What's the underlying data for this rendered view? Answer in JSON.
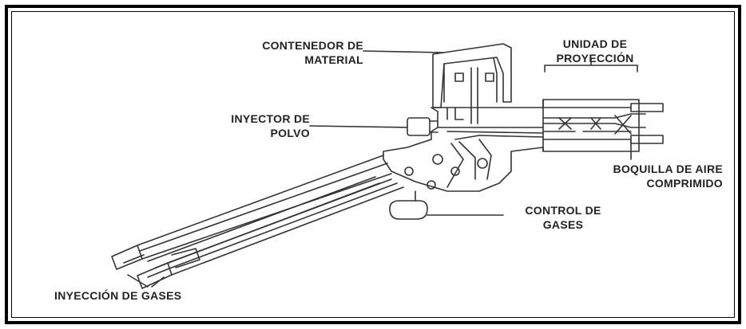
{
  "labels": {
    "contenedor": [
      "CONTENEDOR DE",
      "MATERIAL"
    ],
    "unidad": [
      "UNIDAD DE",
      "PROYECCIÓN"
    ],
    "inyector": [
      "INYECTOR DE",
      "POLVO"
    ],
    "boquilla": [
      "BOQUILLA DE AIRE",
      "COMPRIMIDO"
    ],
    "control": [
      "CONTROL DE",
      "GASES"
    ],
    "inyeccion": "INYECCIÓN DE GASES"
  }
}
